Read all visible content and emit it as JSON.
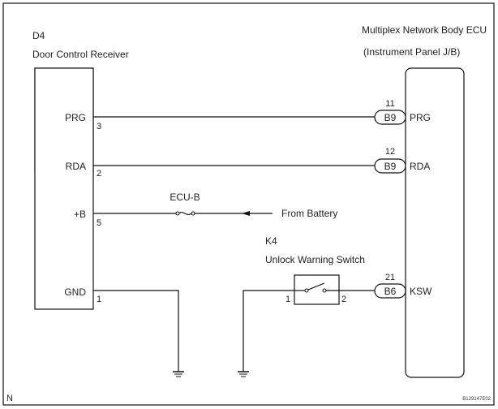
{
  "diagram": {
    "frame_note": "N",
    "figure_id": "B129147E02",
    "left_component": {
      "code": "D4",
      "name": "Door Control Receiver",
      "terminals": [
        {
          "label": "PRG",
          "pin": "3"
        },
        {
          "label": "RDA",
          "pin": "2"
        },
        {
          "label": "+B",
          "pin": "5"
        },
        {
          "label": "GND",
          "pin": "1"
        }
      ]
    },
    "right_component": {
      "name": "Multiplex Network Body ECU",
      "location": "(Instrument Panel J/B)",
      "terminals": [
        {
          "label": "PRG",
          "connector": "B9",
          "pin": "11"
        },
        {
          "label": "RDA",
          "connector": "B9",
          "pin": "12"
        },
        {
          "label": "KSW",
          "connector": "B6",
          "pin": "21"
        }
      ]
    },
    "fuse": {
      "name": "ECU-B"
    },
    "power_source": "From Battery",
    "switch": {
      "code": "K4",
      "name": "Unlock Warning Switch",
      "pins": [
        "1",
        "2"
      ]
    }
  }
}
